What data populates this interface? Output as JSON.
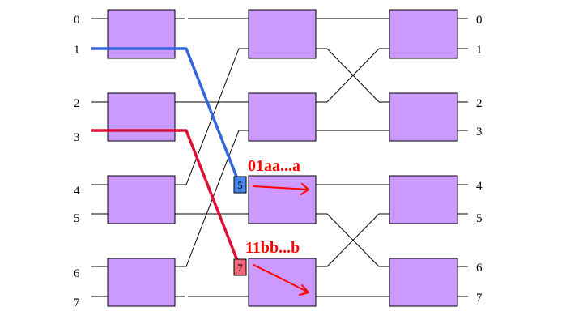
{
  "left_port_labels": [
    "0",
    "1",
    "2",
    "3",
    "4",
    "5",
    "6",
    "7"
  ],
  "right_port_labels": [
    "0",
    "1",
    "2",
    "3",
    "4",
    "5",
    "6",
    "7"
  ],
  "colors": {
    "switch_fill": "#cc99ff",
    "switch_stroke": "#000000",
    "wire": "#000000",
    "path_blue": "#3366dd",
    "path_red": "#dd1133",
    "tag_blue_fill": "#4488ee",
    "tag_red_fill": "#ee6677",
    "message_text": "#ff0000"
  },
  "paths": [
    {
      "name": "blue-path",
      "color_key": "path_blue",
      "tag_fill_key": "tag_blue_fill",
      "tag_text": "5",
      "message": "01aa...a"
    },
    {
      "name": "red-path",
      "color_key": "path_red",
      "tag_fill_key": "tag_red_fill",
      "tag_text": "7",
      "message": "11bb...b"
    }
  ]
}
